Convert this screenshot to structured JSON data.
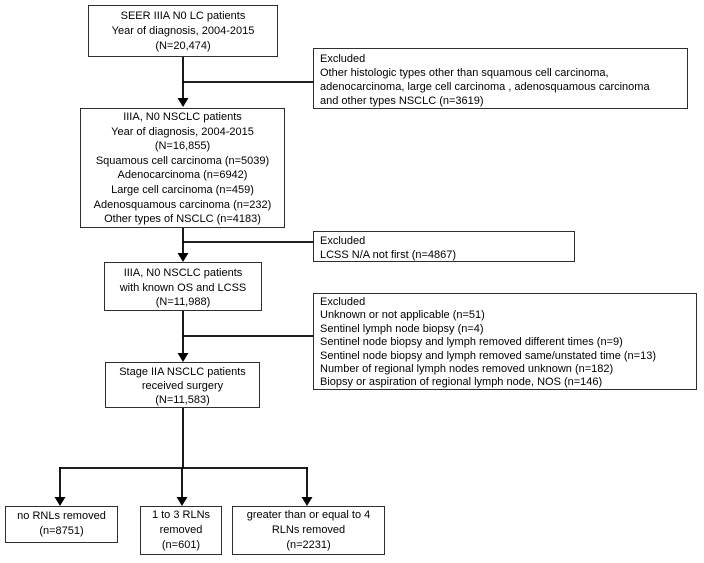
{
  "title": "SEER IIIA N0 NSCLC patient selection flowchart",
  "colors": {
    "background": "#ffffff",
    "box_border": "#2e2e2e",
    "line": "#000000",
    "text": "#000000"
  },
  "flow": {
    "box_seer": {
      "lines": [
        "SEER IIIA N0 LC patients",
        "Year of diagnosis, 2004-2015",
        "(N=20,474)"
      ]
    },
    "excl_histology": {
      "lines": [
        "Excluded",
        "Other histologic types  other than squamous cell carcinoma,",
        "adenocarcinoma, large cell carcinoma , adenosquamous carcinoma",
        "and other types NSCLC (n=3619)"
      ]
    },
    "box_nsclc": {
      "lines": [
        "IIIA, N0 NSCLC patients",
        "Year of diagnosis, 2004-2015",
        "(N=16,855)",
        "Squamous cell carcinoma (n=5039)",
        "Adenocarcinoma (n=6942)",
        "Large cell carcinoma (n=459)",
        "Adenosquamous carcinoma (n=232)",
        "Other types of NSCLC (n=4183)"
      ]
    },
    "excl_lcss": {
      "lines": [
        "Excluded",
        "LCSS N/A not first (n=4867)"
      ]
    },
    "box_known": {
      "lines": [
        "IIIA, N0 NSCLC patients",
        "with known OS and LCSS",
        "(N=11,988)"
      ]
    },
    "excl_surgery": {
      "lines": [
        "Excluded",
        "Unknown or not applicable (n=51)",
        "Sentinel lymph node biopsy (n=4)",
        "Sentinel node biopsy and lymph removed different times (n=9)",
        "Sentinel node biopsy and lymph removed same/unstated time (n=13)",
        "Number of regional lymph nodes removed unknown (n=182)",
        "Biopsy or aspiration of regional lymph node, NOS (n=146)"
      ]
    },
    "box_surgery": {
      "lines": [
        "Stage IIA NSCLC patients",
        "received surgery",
        "(N=11,583)"
      ]
    },
    "box_no_rln": {
      "lines": [
        "no RNLs removed",
        "(n=8751)"
      ]
    },
    "box_1to3": {
      "lines": [
        "1 to 3 RLNs",
        "removed",
        "(n=601)"
      ]
    },
    "box_ge4": {
      "lines": [
        "greater than or equal to 4",
        "RLNs removed",
        "(n=2231)"
      ]
    }
  }
}
